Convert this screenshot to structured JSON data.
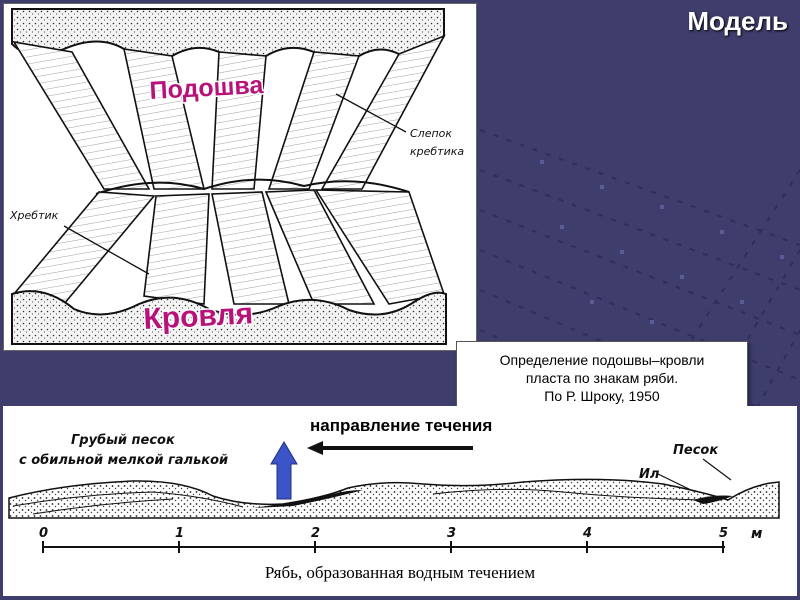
{
  "slide": {
    "title": "Модель"
  },
  "model_figure": {
    "label_podoshva": "Подошва",
    "label_krovlya": "Кровля",
    "label_slepok_line1": "Слепок",
    "label_slepok_line2": "кребтика",
    "label_khrebtik": "Хребтик",
    "colors": {
      "magenta_label": "#b8127a",
      "label_outline": "#ffffff"
    }
  },
  "caption": {
    "line1": "Определение подошвы–кровли",
    "line2": "пласта по знакам ряби.",
    "line3": "По Р. Шроку, 1950"
  },
  "profile_figure": {
    "flow_label": "направление течения",
    "label_coarse_line1": "Грубый песок",
    "label_coarse_line2": "с обильной мелкой галькой",
    "label_sand": "Песок",
    "label_silt": "Ил",
    "scale_ticks": [
      "0",
      "1",
      "2",
      "3",
      "4",
      "5"
    ],
    "scale_unit": "м",
    "caption": "Рябь, образованная водным течением",
    "colors": {
      "up_arrow": "#3b55c8"
    }
  }
}
